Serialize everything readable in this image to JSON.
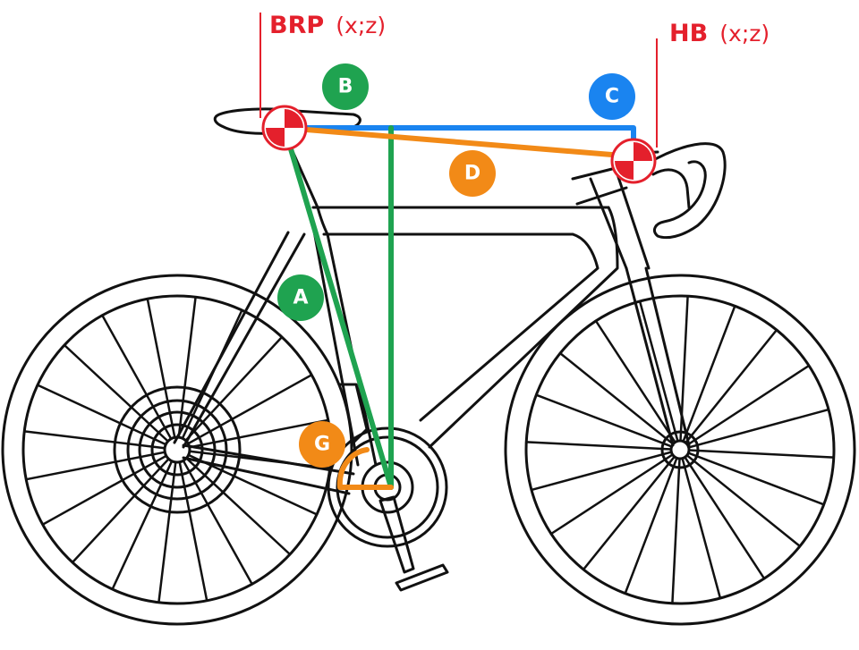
{
  "colors": {
    "outline": "#111111",
    "red": "#e4202c",
    "green": "#1fa350",
    "blue": "#1a84f0",
    "orange": "#f28a17",
    "white": "#ffffff"
  },
  "reference_points": {
    "brp": {
      "title": "BRP",
      "coords": "(x;z)"
    },
    "hb": {
      "title": "HB",
      "coords": "(x;z)"
    }
  },
  "measurements": [
    {
      "letter": "A",
      "color": "green"
    },
    {
      "letter": "B",
      "color": "green"
    },
    {
      "letter": "C",
      "color": "blue"
    },
    {
      "letter": "D",
      "color": "orange"
    },
    {
      "letter": "G",
      "color": "orange"
    }
  ],
  "icons": [
    "bicycle-illustration",
    "brp-target-icon",
    "hb-target-icon"
  ]
}
